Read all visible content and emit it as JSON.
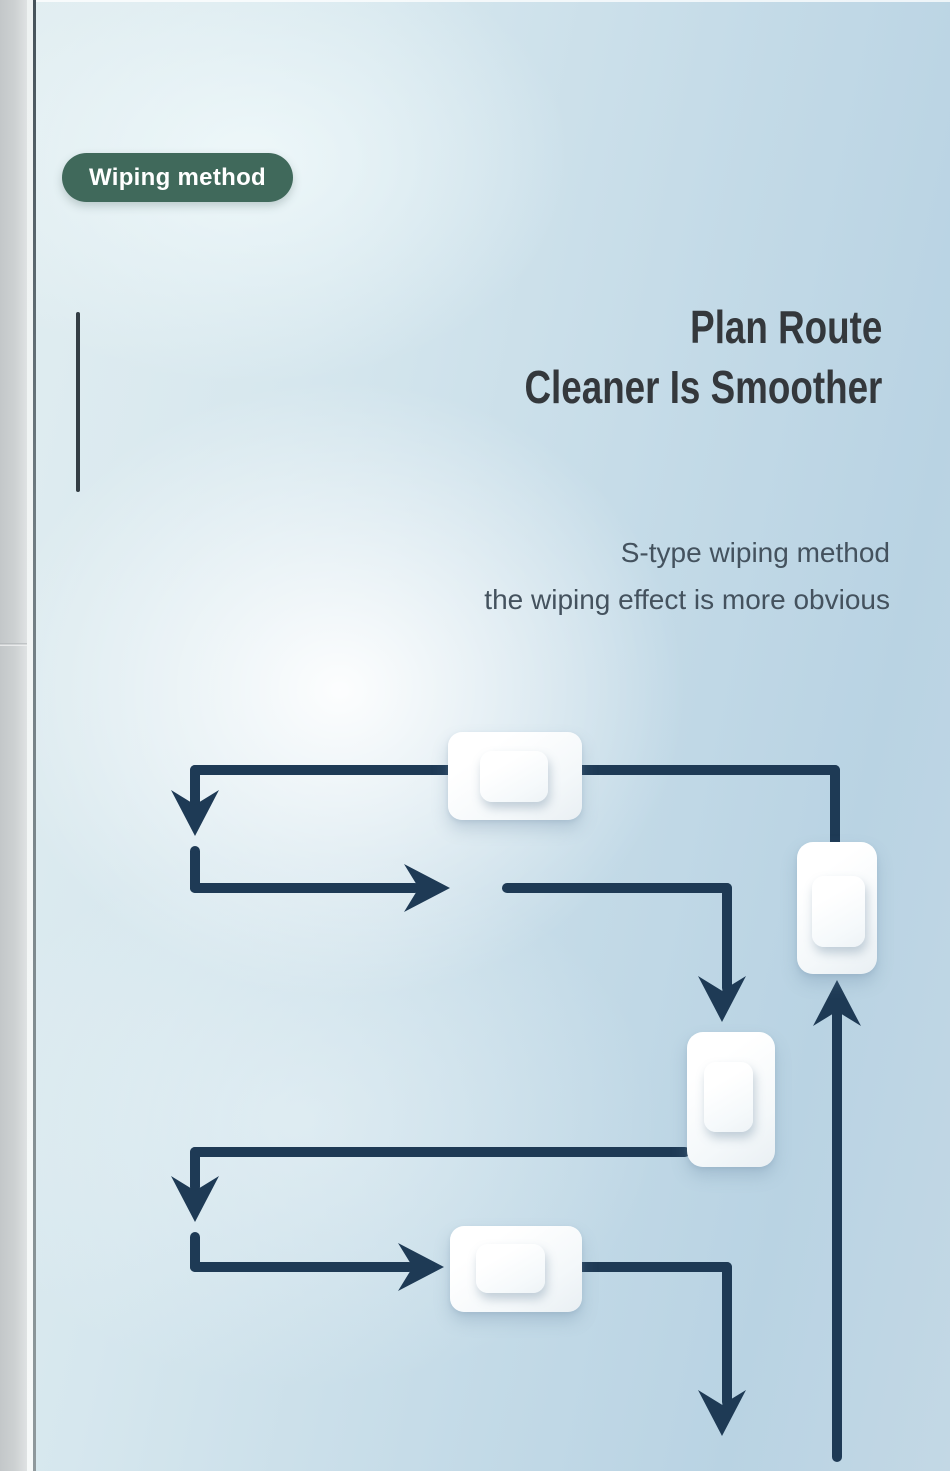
{
  "badge": {
    "label": "Wiping method"
  },
  "title": {
    "line1": "Plan Route",
    "line2": "Cleaner Is Smoother"
  },
  "subtitle": {
    "line1": "S-type wiping method",
    "line2": "the wiping effect is more obvious"
  },
  "colors": {
    "badge_bg": "#40695b",
    "badge_text": "#ffffff",
    "title_text": "#34383c",
    "subtitle_text": "#44525e",
    "route_arrow": "#1e3a55",
    "background_light": "#e2eef1",
    "background_blue": "#b9d3e3",
    "window_frame_gray": "#c3c7c9",
    "device_body": "#fbfdfe"
  },
  "diagram": {
    "type": "route-diagram",
    "route_shape": "S",
    "path_sequence": [
      "left",
      "down",
      "right",
      "down",
      "left",
      "down",
      "right",
      "down",
      "then up on right side"
    ],
    "arrow_count": 7,
    "device_marker": "window-cleaning-robot",
    "device_marker_count": 4
  }
}
